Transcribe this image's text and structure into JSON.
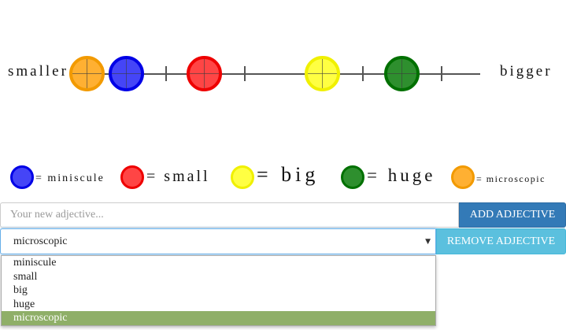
{
  "scale": {
    "left_label": "smaller",
    "right_label": "bigger"
  },
  "markers": [
    {
      "adjective": "microscopic",
      "fill": "#ffb032",
      "stroke": "#f29a00"
    },
    {
      "adjective": "miniscule",
      "fill": "#4545f7",
      "stroke": "#0000e6"
    },
    {
      "adjective": "small",
      "fill": "#ff4545",
      "stroke": "#ee0000"
    },
    {
      "adjective": "big",
      "fill": "#ffff42",
      "stroke": "#f0f000"
    },
    {
      "adjective": "huge",
      "fill": "#2e8f2e",
      "stroke": "#007000"
    }
  ],
  "legend": [
    {
      "text": "= miniscule",
      "fill": "#4545f7",
      "stroke": "#0000e6"
    },
    {
      "text": "= small",
      "fill": "#ff4545",
      "stroke": "#ee0000"
    },
    {
      "text": "= big",
      "fill": "#ffff42",
      "stroke": "#f0f000"
    },
    {
      "text": "= huge",
      "fill": "#2e8f2e",
      "stroke": "#007000"
    },
    {
      "text": "= microscopic",
      "fill": "#ffb032",
      "stroke": "#f29a00"
    }
  ],
  "form": {
    "input_placeholder": "Your new adjective...",
    "add_button": "ADD ADJECTIVE",
    "remove_button": "REMOVE ADJECTIVE",
    "selected": "microscopic",
    "options": [
      "miniscule",
      "small",
      "big",
      "huge",
      "microscopic"
    ],
    "selected_index": 4
  },
  "colors": {
    "add_button": "#337ab7",
    "remove_button": "#5bc0de",
    "option_highlight": "#8faf68"
  }
}
